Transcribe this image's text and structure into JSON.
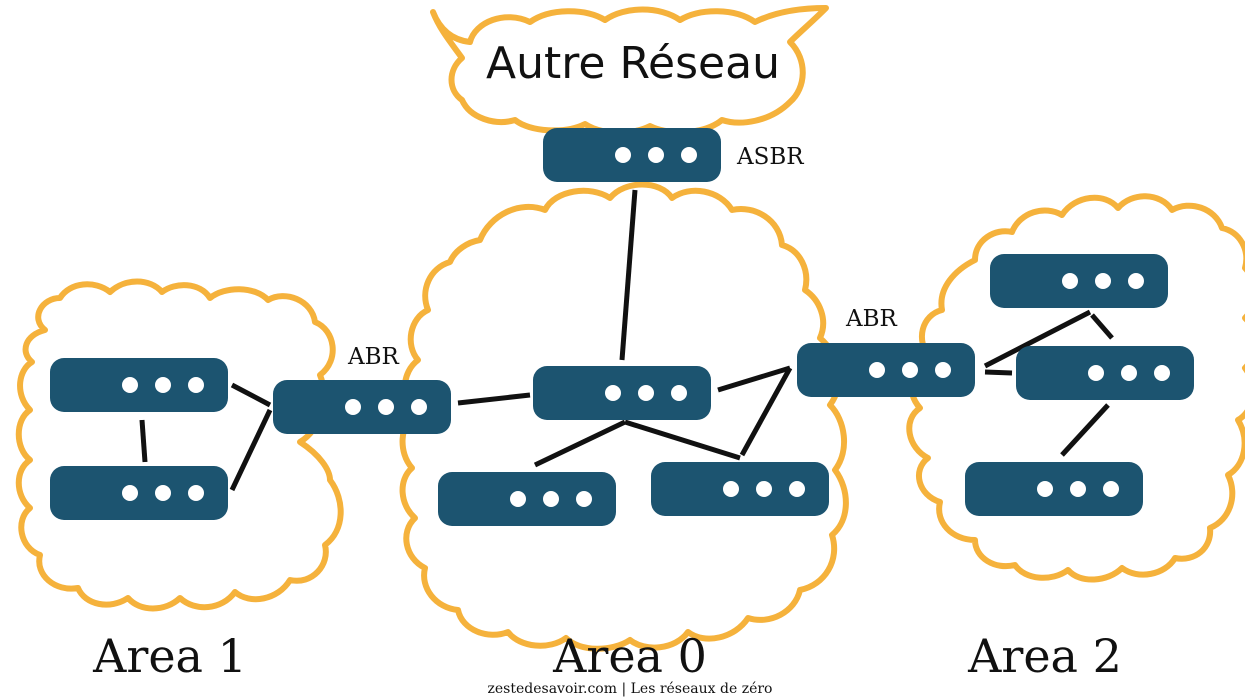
{
  "diagram": {
    "external_network": "Autre Réseau",
    "areas": [
      {
        "label": "Area 1"
      },
      {
        "label": "Area 0"
      },
      {
        "label": "Area 2"
      }
    ],
    "roles": {
      "asbr": "ASBR",
      "abr_left": "ABR",
      "abr_right": "ABR"
    },
    "credit": "zestedesavoir.com | Les réseaux de zéro",
    "colors": {
      "cloud_outline": "#f5b23c",
      "router": "#1c5470",
      "link": "#111111"
    },
    "router_icon": "router-icon"
  }
}
